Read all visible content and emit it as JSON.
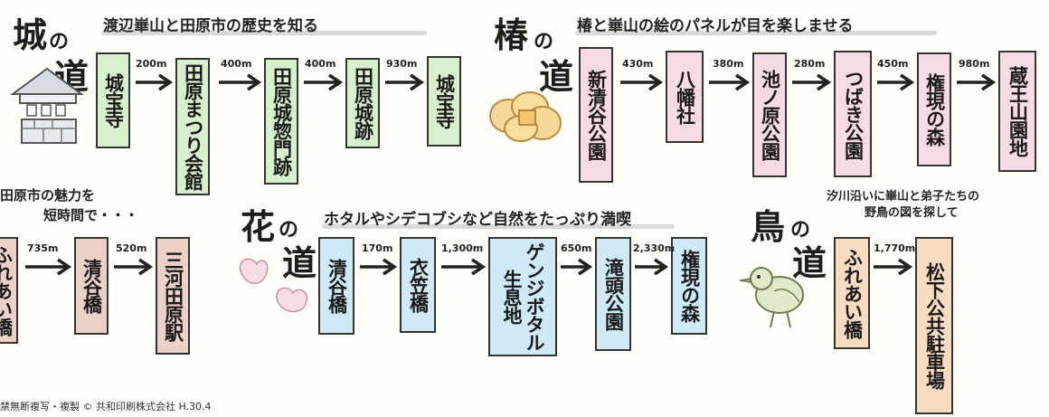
{
  "routes": {
    "castle": {
      "title_kanji": "城",
      "title_no": "の",
      "title_michi": "道",
      "subtitle": "渡辺崋山と田原市の歴史を知る",
      "stops": [
        "城宝寺",
        "田原まつり会館",
        "田原城惣門跡",
        "田原城跡",
        "城宝寺"
      ],
      "distances": [
        "200m",
        "400m",
        "400m",
        "930m"
      ]
    },
    "camellia": {
      "title_kanji": "椿",
      "title_no": "の",
      "title_michi": "道",
      "subtitle": "椿と崋山の絵のパネルが目を楽しませる",
      "stops": [
        "新清谷公園",
        "八幡社",
        "池ノ原公園",
        "つばき公園",
        "権現の森",
        "蔵王山園地"
      ],
      "distances": [
        "430m",
        "380m",
        "280m",
        "450m",
        "980m"
      ]
    },
    "short": {
      "subtitle_line1": "田原市の魅力を",
      "subtitle_line2": "短時間で・・・",
      "stops": [
        "ふれあい橋",
        "清谷橋",
        "三河田原駅"
      ],
      "distances": [
        "735m",
        "520m"
      ]
    },
    "flower": {
      "title_kanji": "花",
      "title_no": "の",
      "title_michi": "道",
      "subtitle": "ホタルやシデコブシなど自然をたっぷり満喫",
      "stops": [
        "清谷橋",
        "衣笠橋",
        "ゲンジボタル生息地",
        "滝頭公園",
        "権現の森"
      ],
      "distances": [
        "170m",
        "1,300m",
        "650m",
        "2,330m"
      ]
    },
    "bird": {
      "title_kanji": "鳥",
      "title_no": "の",
      "title_michi": "道",
      "subtitle_line1": "汐川沿いに崋山と弟子たちの",
      "subtitle_line2": "野鳥の図を探して",
      "stops": [
        "ふれあい橋",
        "松下公共駐車場"
      ],
      "distances": [
        "1,770m"
      ]
    }
  },
  "copyright": "禁無断複写・複製 © 共和印刷株式会社 H.30.4",
  "colors": {
    "green": "#d6efcc",
    "pink": "#f6dbe7",
    "blue": "#cfe9f6",
    "orange": "#f7dcc2",
    "brown": "#ead0c6"
  }
}
